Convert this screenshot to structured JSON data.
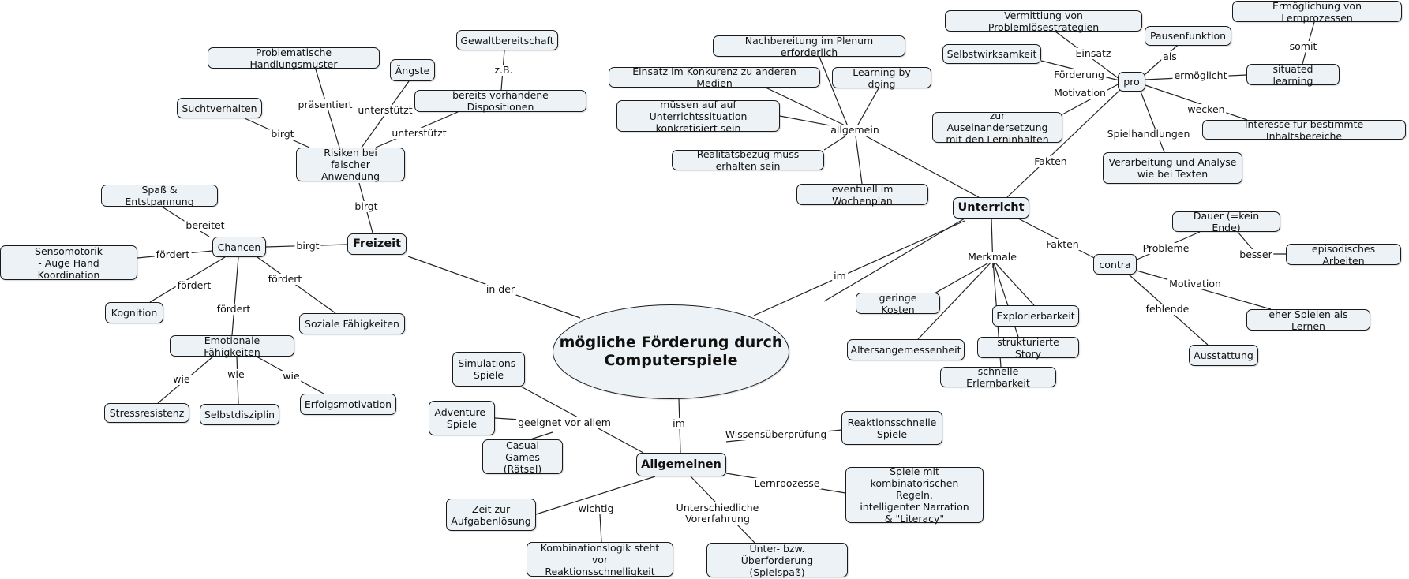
{
  "title": "mögliche Förderung durch Computerspiele",
  "nodes": {
    "root": "mögliche Förderung durch\nComputerspiele",
    "freizeit": "Freizeit",
    "unterricht": "Unterricht",
    "allgemeinen": "Allgemeinen",
    "risiken": "Risiken bei\nfalscher Anwendung",
    "problematische": "Problematische Handlungsmuster",
    "aengste": "Ängste",
    "gewalt": "Gewaltbereitschaft",
    "dispositionen": "bereits vorhandene Dispositionen",
    "sucht": "Suchtverhalten",
    "spass": "Spaß & Entstpannung",
    "chancen": "Chancen",
    "senso": "Sensomotorik\n- Auge Hand Koordination",
    "kognition": "Kognition",
    "sozial": "Soziale Fähigkeiten",
    "emotional": "Emotionale Fähigkeiten",
    "stress": "Stressresistenz",
    "selbstdisziplin": "Selbstdisziplin",
    "erfolg": "Erfolgsmotivation",
    "nachbereitung": "Nachbereitung im Plenum erforderlich",
    "einsatzmedien": "Einsatz im Konkurenz zu anderen Medien",
    "learning": "Learning by doing",
    "muessen": "müssen auf auf Unterrichtssituation\nkonkretisiert sein",
    "realitaet": "Realitätsbezug muss erhalten sein",
    "wochenplan": "eventuell im Wochenplan",
    "vermittlung": "Vermittlung von Problemlösestrategien",
    "selbstwirk": "Selbstwirksamkeit",
    "auseinander": "zur Auseinandersetzung\nmit den Lerninhalten",
    "pro": "pro",
    "pausen": "Pausenfunktion",
    "ermoeglichung": "Ermöglichung von Lernprozessen",
    "situated": "situated learning",
    "interesse": "Interesse für bestimmte Inhaltsbereiche",
    "verarbeitung": "Verarbeitung und Analyse\nwie bei Texten",
    "contra": "contra",
    "dauer": "Dauer (=kein Ende)",
    "episodisch": "episodisches Arbeiten",
    "eherspielen": "eher Spielen als Lernen",
    "ausstattung": "Ausstattung",
    "kosten": "geringe Kosten",
    "alter": "Altersangemessenheit",
    "explor": "Explorierbarkeit",
    "story": "strukturierte Story",
    "erlern": "schnelle Erlernbarkeit",
    "simulation": "Simulations-\nSpiele",
    "adventure": "Adventure-\nSpiele",
    "casual": "Casual Games\n(Rätsel)",
    "reaktion": "Reaktionsschnelle\nSpiele",
    "kombiregeln": "Spiele mit\nkombinatorischen Regeln,\nintelligenter Narration\n& \"Literacy\"",
    "zeit": "Zeit zur\nAufgabenlösung",
    "kombilogik": "Kombinationslogik steht vor\nReaktionsschnelligkeit",
    "unterueber": "Unter- bzw. Überforderung\n(Spielspaß)"
  },
  "links": {
    "in_der": "in der",
    "im_unterricht": "im",
    "im_allgemeinen": "im",
    "birgt_risiken": "birgt",
    "praesentiert": "präsentiert",
    "unterstuetzt1": "unterstützt",
    "unterstuetzt2": "unterstützt",
    "zb": "z.B.",
    "birgt_sucht": "birgt",
    "birgt_chancen": "birgt",
    "bereitet": "bereitet",
    "foerdert_senso": "fördert",
    "foerdert_kog": "fördert",
    "foerdert_emo": "fördert",
    "foerdert_soz": "fördert",
    "wie1": "wie",
    "wie2": "wie",
    "wie3": "wie",
    "allgemein": "allgemein",
    "fakten_pro": "Fakten",
    "fakten_contra": "Fakten",
    "merkmale": "Merkmale",
    "einsatz": "Einsatz",
    "foerderung": "Förderung",
    "motivation_pro": "Motivation",
    "als": "als",
    "ermoeglicht": "ermöglicht",
    "somit": "somit",
    "wecken": "wecken",
    "spielhandlungen": "Spielhandlungen",
    "probleme": "Probleme",
    "besser": "besser",
    "motivation_contra": "Motivation",
    "fehlende": "fehlende",
    "geeignet": "geeignet vor allem",
    "wissen": "Wissensüberprüfung",
    "lernprozesse": "Lernrpozesse",
    "wichtig": "wichtig",
    "unterschiedliche": "Unterschiedliche\nVorerfahrung"
  },
  "colors": {
    "node_fill": "#ecf2f5",
    "border": "#1a1a1a",
    "line": "#222222"
  }
}
